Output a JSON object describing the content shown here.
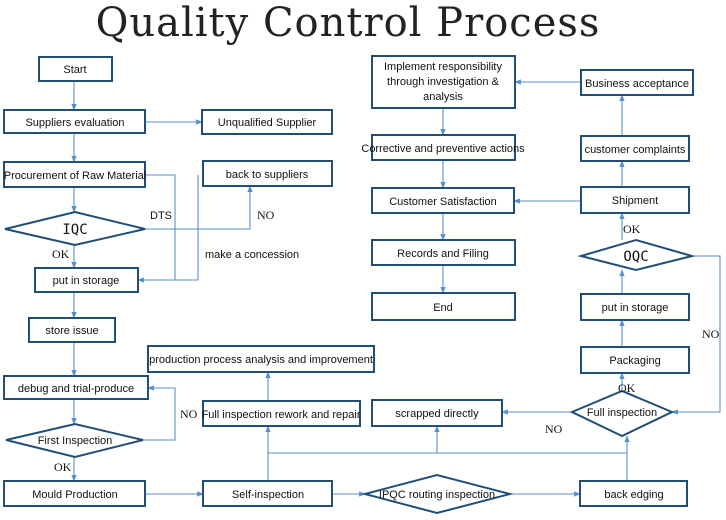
{
  "title": "Quality Control Process",
  "nodes": {
    "start": "Start",
    "suppliers_eval": "Suppliers evaluation",
    "unqualified": "Unqualified Supplier",
    "procurement": "Procurement of Raw Material",
    "back_suppliers": "back to suppliers",
    "iqc": "IQC",
    "put_storage_left": "put in storage",
    "store_issue": "store issue",
    "debug": "debug and trial-produce",
    "first_insp": "First Inspection",
    "mould": "Mould Production",
    "self_insp": "Self-inspection",
    "ipqc": "IPQC routing inspection",
    "back_edging": "back edging",
    "prod_analysis": "production process analysis and improvement",
    "full_rework": "Full inspection rework and repair",
    "scrapped": "scrapped directly",
    "full_insp": "Full inspection",
    "packaging": "Packaging",
    "put_storage_right": "put in storage",
    "oqc": "OQC",
    "shipment": "Shipment",
    "complaints": "customer complaints",
    "business": "Business acceptance",
    "implement_1": "Implement responsibility",
    "implement_2": "through investigation &",
    "implement_3": "analysis",
    "corrective": "Corrective and preventive actions",
    "satisfaction": "Customer Satisfaction",
    "records": "Records and Filing",
    "end": "End"
  },
  "edge_labels": {
    "dts": "DTS",
    "no_iqc": "NO",
    "ok_iqc": "OK",
    "concession": "make a concession",
    "no_first": "NO",
    "ok_first": "OK",
    "no_full": "NO",
    "ok_full": "OK",
    "ok_oqc": "OK",
    "no_oqc": "NO"
  }
}
